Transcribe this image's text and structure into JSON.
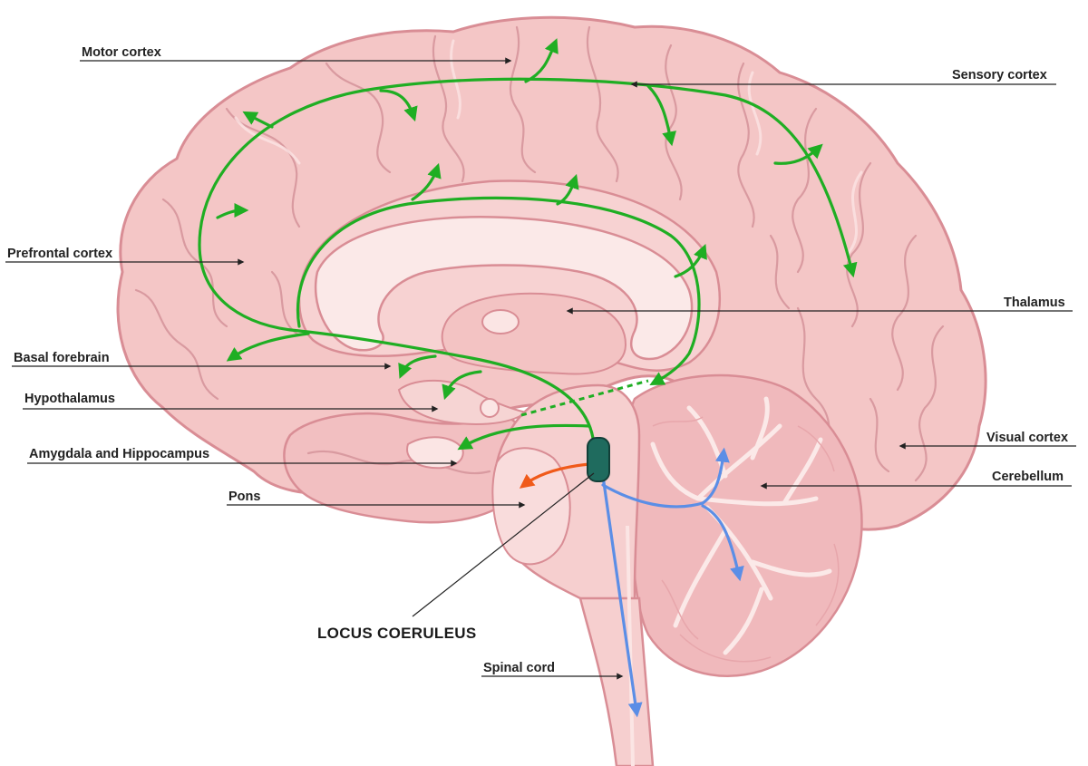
{
  "labels": {
    "motor_cortex": "Motor cortex",
    "sensory_cortex": "Sensory cortex",
    "prefrontal_cortex": "Prefrontal cortex",
    "thalamus": "Thalamus",
    "basal_forebrain": "Basal forebrain",
    "hypothalamus": "Hypothalamus",
    "visual_cortex": "Visual cortex",
    "amygdala_hippocampus": "Amygdala and Hippocampus",
    "cerebellum": "Cerebellum",
    "pons": "Pons",
    "locus_coeruleus": "LOCUS COERULEUS",
    "spinal_cord": "Spinal cord"
  },
  "colors": {
    "cortex_fill": "#f4c6c6",
    "cortex_outline": "#d98d95",
    "inner_fill": "#f9dcdc",
    "corpus_callosum": "#fbe9e8",
    "brainstem_fill": "#f6cfcf",
    "cerebellum_fill": "#f0b9bc",
    "green_pathway": "#1fae23",
    "blue_pathway": "#5b8ee6",
    "orange_pathway": "#f05a1a",
    "nucleus_fill": "#1f6b5e",
    "label_text": "#222222"
  },
  "pathways": {
    "green": "noradrenergic projections to forebrain",
    "blue": "projections to cerebellum and spinal cord",
    "orange": "projection to pons"
  }
}
